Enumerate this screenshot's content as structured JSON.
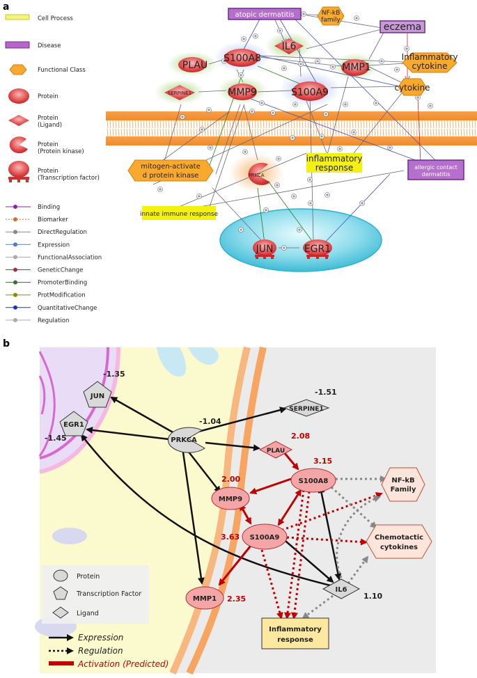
{
  "panel_labels": {
    "a": "a",
    "b": "b"
  },
  "legend_a": {
    "node_types": [
      "Cell Process",
      "Disease",
      "Functional Class",
      "Protein",
      "Protein",
      "(Ligand)",
      "Protein",
      "(Protein kinase)",
      "Protein",
      "(Transcription factor)"
    ],
    "edge_types": [
      "Binding",
      "Biomarker",
      "DirectRegulation",
      "Expression",
      "FunctionalAssociation",
      "GeneticChange",
      "PromoterBinding",
      "ProtModification",
      "QuantitativeChange",
      "Regulation"
    ]
  },
  "panel_a": {
    "nodes": {
      "atopic": "atopic dermatitis",
      "nfkb1": "NF-kB",
      "nfkb2": "family",
      "eczema": "eczema",
      "plau": "PLAU",
      "s100a8": "S100A8",
      "il6": "IL6",
      "mmp1": "MMP1",
      "infl1": "Inflammatory",
      "infl2": "cytokine",
      "serpine1": "SERPINE1",
      "mmp9": "MMP9",
      "s100a9": "S100A9",
      "cytokine": "cytokine",
      "mapk1": "mitogen-activate",
      "mapk2": "d protein kinase",
      "prkca": "PRKCA",
      "inflresp1": "inflammatory",
      "inflresp2": "response",
      "allergic1": "allergic contact",
      "allergic2": "dermatitis",
      "innate": "innate immune response",
      "jun": "JUN",
      "egr1": "EGR1"
    }
  },
  "panel_b": {
    "nodes": {
      "jun": "JUN",
      "egr1": "EGR1",
      "prkca": "PRKCA",
      "serpine1": "SERPINE1",
      "plau": "PLAU",
      "s100a8": "S100A8",
      "mmp9": "MMP9",
      "s100a9": "S100A9",
      "mmp1": "MMP1",
      "il6": "IL6",
      "nfkb1": "NF-kB",
      "nfkb2": "Family",
      "chemo1": "Chemotactic",
      "chemo2": "cytokines",
      "inflresp1": "Inflammatory",
      "inflresp2": "response"
    },
    "values": {
      "jun": "-1.35",
      "egr1": "-1.45",
      "prkca": "-1.04",
      "serpine1": "-1.51",
      "plau": "2.08",
      "s100a8": "3.15",
      "mmp9": "2.00",
      "s100a9": "3.63",
      "mmp1": "2.35",
      "il6": "1.10"
    },
    "shape_legend": [
      "Protein",
      "Transcription Factor",
      "Ligand"
    ],
    "line_legend": [
      "Expression",
      "Regulation",
      "Activation (Predicted)"
    ]
  },
  "colors": {
    "activation": "#c00000",
    "node_pink": "#f4a6a6",
    "gray_node": "#d9d9d9"
  }
}
